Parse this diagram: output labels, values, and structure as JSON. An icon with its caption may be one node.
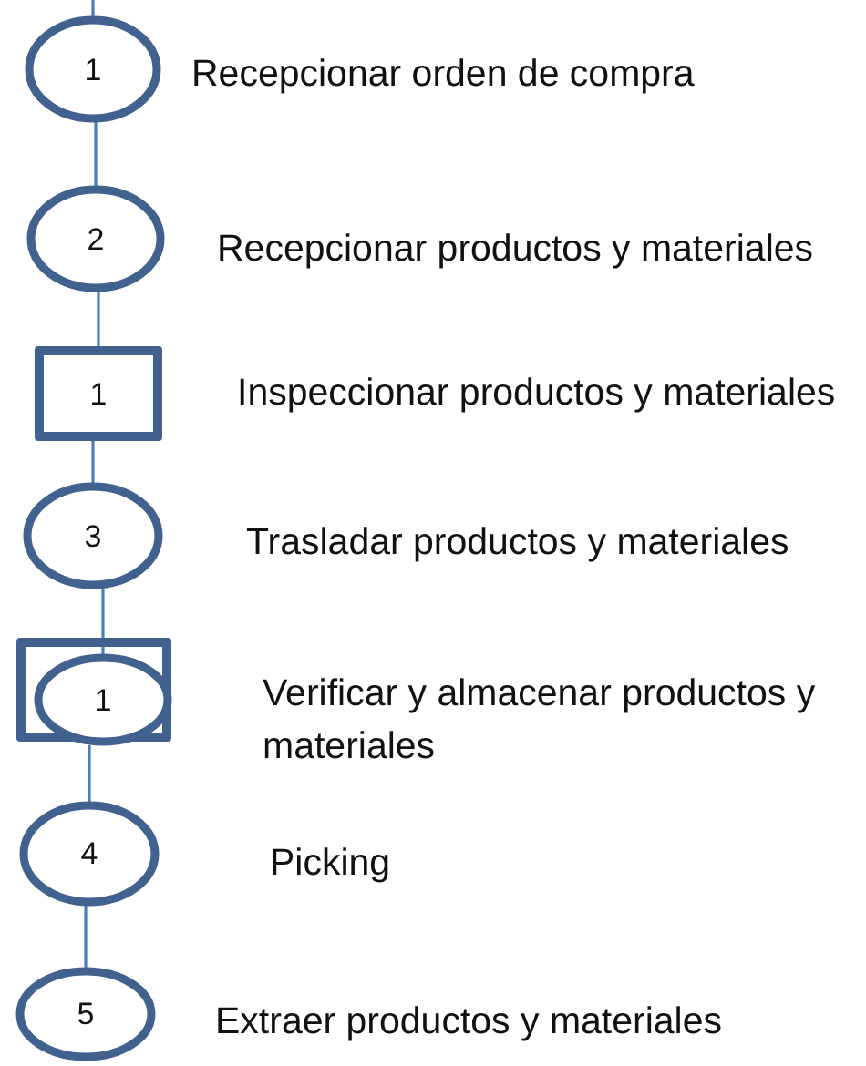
{
  "diagram": {
    "nodes": [
      {
        "text": [
          "1"
        ],
        "beside": [
          "Recepcionar orden de compra"
        ]
      },
      {
        "text": [
          "2"
        ],
        "beside": [
          "Recepcionar productos y materiales"
        ]
      },
      {
        "text": [
          "1"
        ],
        "beside": [
          "Inspeccionar productos y materiales"
        ]
      },
      {
        "text": [
          "3"
        ],
        "beside": [
          "Trasladar productos y materiales"
        ]
      },
      {
        "text": [],
        "shape": "box",
        "beside": [
          "Verificar y almacenar productos y materiales"
        ]
      },
      {
        "text": [
          "1"
        ],
        "in": 4
      },
      {
        "text": [
          "4"
        ],
        "beside": [
          "Picking"
        ]
      },
      {
        "text": [
          "5"
        ],
        "beside": [
          "Extraer productos y materiales"
        ]
      }
    ],
    "edges": [
      {
        "from": null,
        "to": 0,
        "arrow": "none"
      },
      {
        "from": 0,
        "to": 1,
        "arrow": "none"
      },
      {
        "from": 1,
        "to": 2,
        "arrow": "none"
      },
      {
        "from": 2,
        "to": 3,
        "arrow": "none"
      },
      {
        "from": 3,
        "to": 5,
        "arrow": "none"
      },
      {
        "from": 5,
        "to": 6,
        "arrow": "none"
      },
      {
        "from": 6,
        "to": 7,
        "arrow": "none"
      }
    ]
  }
}
